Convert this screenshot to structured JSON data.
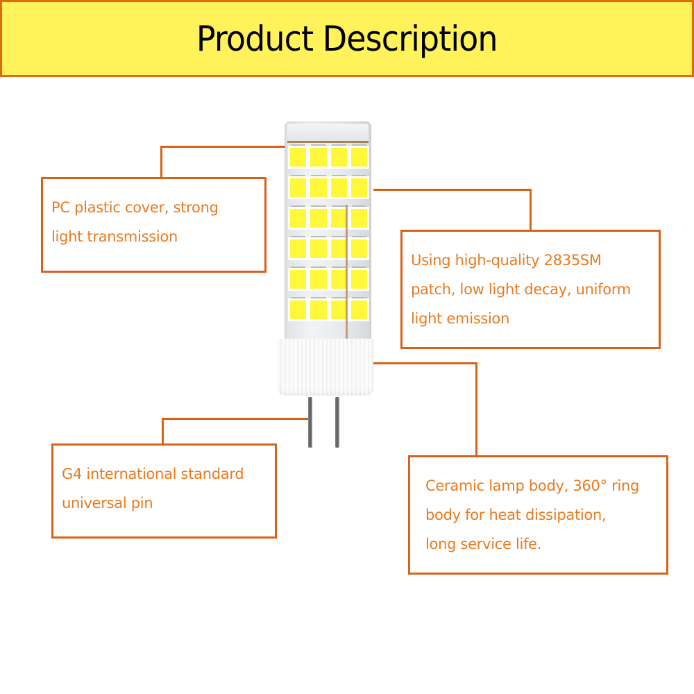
{
  "header": {
    "title": "Product Description"
  },
  "callouts": {
    "cover": {
      "lines": [
        "PC plastic cover, strong",
        "light transmission"
      ]
    },
    "chip": {
      "lines": [
        "Using high-quality 2835SM",
        "patch, low light decay, uniform",
        "light emission"
      ]
    },
    "pin": {
      "lines": [
        "G4 international standard",
        "universal pin"
      ]
    },
    "body": {
      "lines": [
        "Ceramic lamp body, 360° ring",
        "body for heat dissipation,",
        "long service life."
      ]
    }
  },
  "product": {
    "name": "G4 LED bulb",
    "led_rows": 6,
    "led_columns": 4
  },
  "colors": {
    "banner_bg": "#fff25a",
    "accent_orange": "#d9621a",
    "callout_text": "#ea7a1f",
    "led_yellow": "#fff83a"
  }
}
